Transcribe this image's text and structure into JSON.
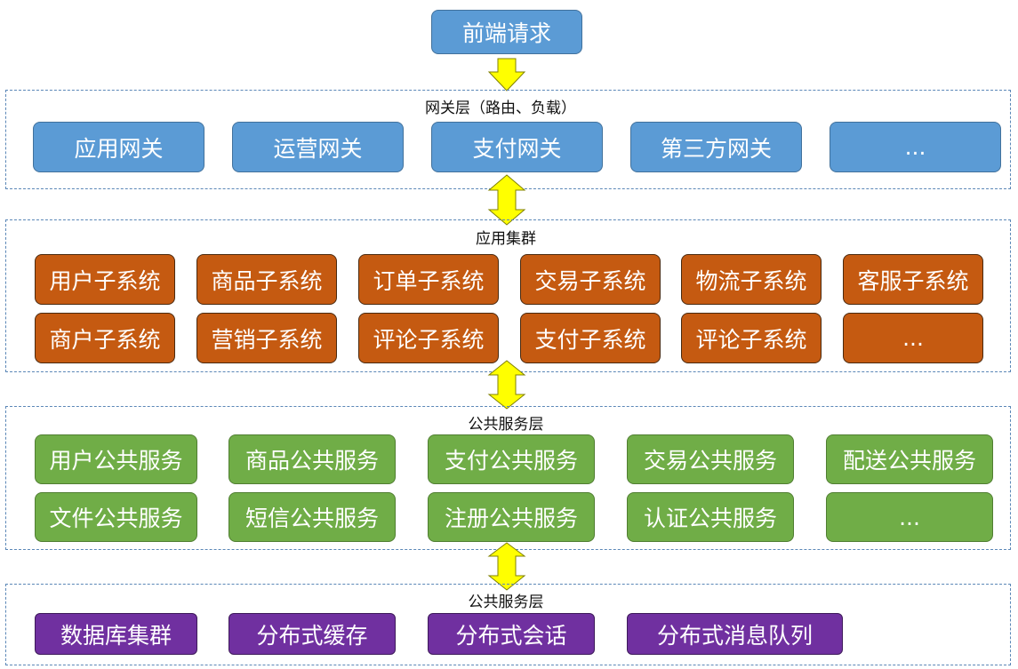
{
  "request": {
    "label": "前端请求"
  },
  "gateway_layer": {
    "title": "网关层（路由、负载）",
    "items": [
      "应用网关",
      "运营网关",
      "支付网关",
      "第三方网关",
      "..."
    ]
  },
  "app_layer": {
    "title": "应用集群",
    "row1": [
      "用户子系统",
      "商品子系统",
      "订单子系统",
      "交易子系统",
      "物流子系统",
      "客服子系统"
    ],
    "row2": [
      "商户子系统",
      "营销子系统",
      "评论子系统",
      "支付子系统",
      "评论子系统",
      "..."
    ]
  },
  "service_layer": {
    "title": "公共服务层",
    "row1": [
      "用户公共服务",
      "商品公共服务",
      "支付公共服务",
      "交易公共服务",
      "配送公共服务"
    ],
    "row2": [
      "文件公共服务",
      "短信公共服务",
      "注册公共服务",
      "认证公共服务",
      "..."
    ]
  },
  "infra_layer": {
    "title": "公共服务层",
    "items": [
      "数据库集群",
      "分布式缓存",
      "分布式会话",
      "分布式消息队列"
    ]
  },
  "colors": {
    "gateway": "#5b9bd5",
    "app": "#c55a11",
    "service": "#70ad47",
    "infra": "#7030a0",
    "arrow": "#ffff00"
  }
}
